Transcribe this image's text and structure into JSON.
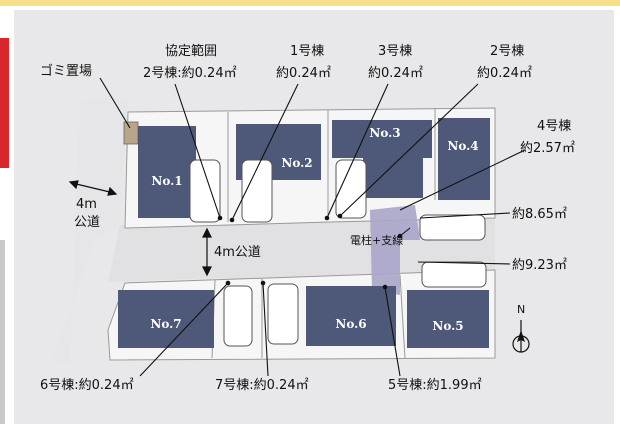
{
  "labels": {
    "gomi": "ゴミ置場",
    "kyotei_1": "協定範囲",
    "kyotei_2": "2号棟:約0.24㎡",
    "h1_title": "1号棟",
    "h1_area": "約0.24㎡",
    "h3_title": "3号棟",
    "h3_area": "約0.24㎡",
    "h2_title": "2号棟",
    "h2_area": "約0.24㎡",
    "h4_title": "4号棟",
    "h4_area": "約2.57㎡",
    "area_865": "約8.65㎡",
    "area_923": "約9.23㎡",
    "road_left_1": "4m",
    "road_left_2": "公道",
    "road_main": "4m公道",
    "pole": "電柱+支線",
    "north": "N",
    "h6": "6号棟:約0.24㎡",
    "h7": "7号棟:約0.24㎡",
    "h5": "5号棟:約1.99㎡"
  },
  "houses": {
    "no1": "No.1",
    "no2": "No.2",
    "no3": "No.3",
    "no4": "No.4",
    "no5": "No.5",
    "no6": "No.6",
    "no7": "No.7"
  },
  "colors": {
    "house": "#4e5878",
    "lot": "#f7f7f7",
    "road": "#e2e2e4",
    "pole_area": "#a8a3c8",
    "accent_red": "#d8262c"
  }
}
